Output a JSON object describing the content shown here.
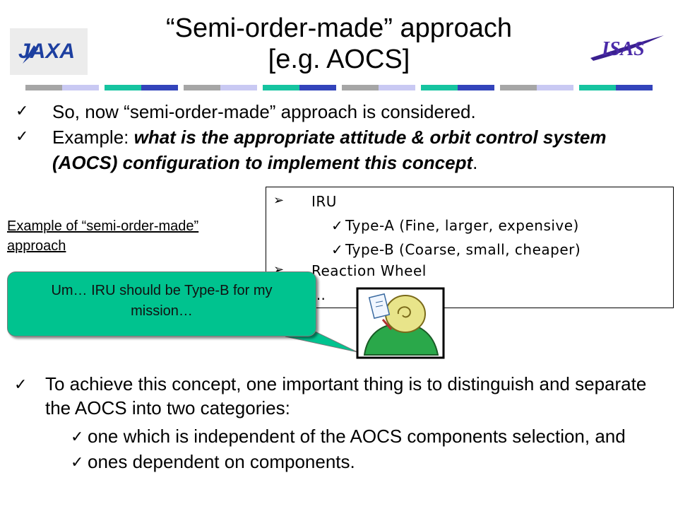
{
  "title": {
    "line1": "“Semi-order-made” approach",
    "line2": "[e.g. AOCS]"
  },
  "logos": {
    "left": "JAXA",
    "right": "ISAS"
  },
  "colors": {
    "gray": "#a6a6a6",
    "teal": "#16c4a0",
    "blue": "#3344bb",
    "lavender": "#c9c9f3",
    "callout": "#00c38f"
  },
  "bullets_top": [
    {
      "text": "So, now “semi-order-made” approach is considered."
    },
    {
      "prefix": "Example: ",
      "emphasis": "what is the appropriate attitude & orbit control system (AOCS) configuration to implement this concept",
      "suffix": "."
    }
  ],
  "example_label": "Example of “semi-order-made” approach",
  "box": {
    "heading": "IRU",
    "items": [
      "Type-A (Fine, larger, expensive)",
      "Type-B (Coarse, small, cheaper)"
    ],
    "second_heading": "Reaction Wheel",
    "ellipsis": "…"
  },
  "callout": "Um… IRU should be Type-B for my mission…",
  "bullets_bottom": {
    "main": "To achieve this concept, one important thing is to distinguish and separate the AOCS into two categories:",
    "subs": [
      "one which is independent of the AOCS components selection, and",
      "ones dependent on components."
    ]
  },
  "icons": {
    "check": "✓",
    "arrow": "➢"
  }
}
